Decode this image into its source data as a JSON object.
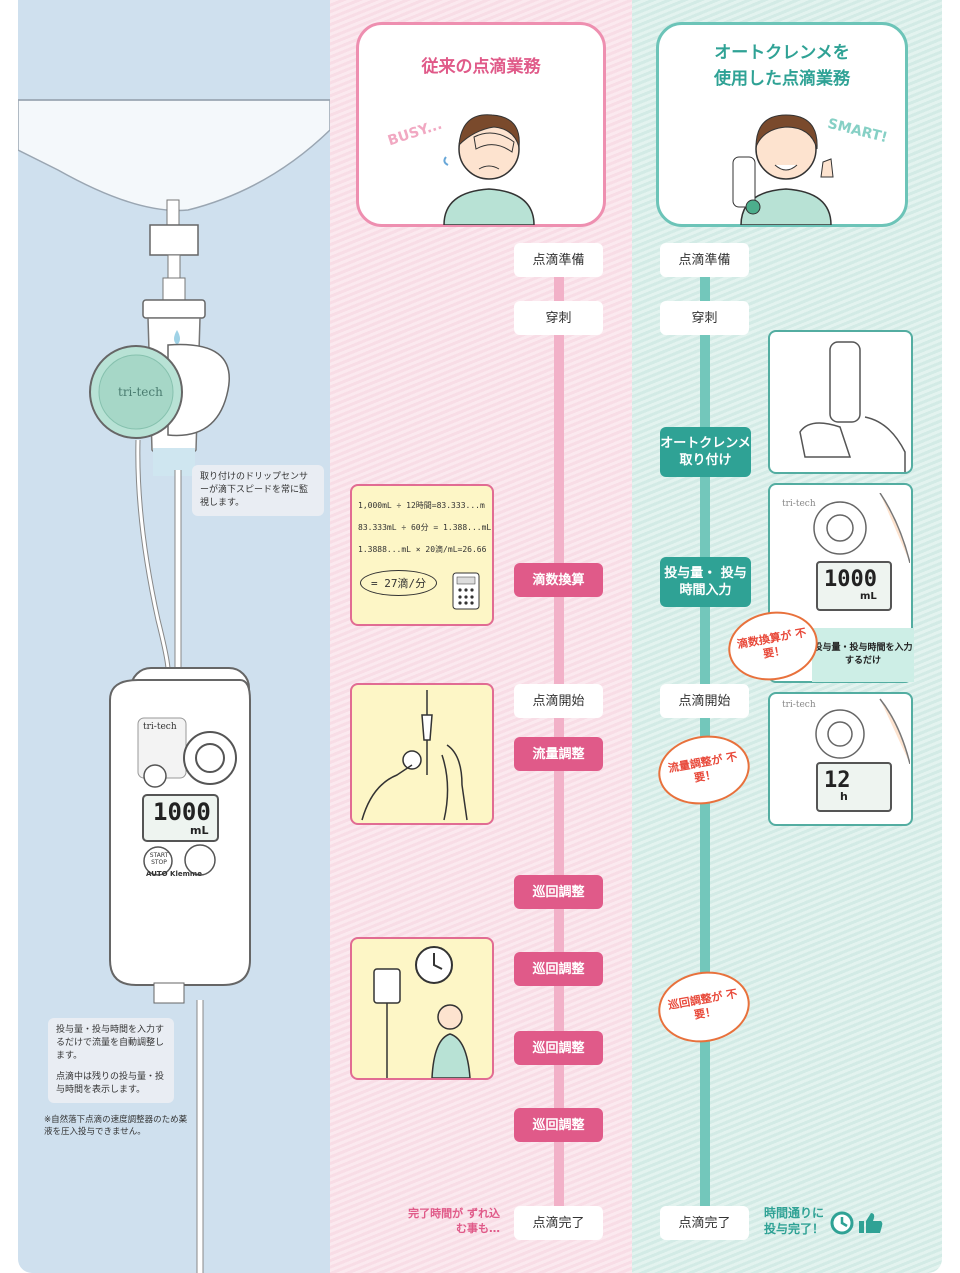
{
  "device": {
    "brand": "tri-tech",
    "display_value": "1000",
    "display_unit": "mL",
    "start_stop_label": "START STOP",
    "auto_label": "AUTO Klemme"
  },
  "left_notes": {
    "sensor_note": "取り付けのドリップセンサーが滴下スピードを常に監視します。",
    "input_note_1": "投与量・投与時間を入力するだけで流量を自動調整します。",
    "input_note_2": "点滴中は残りの投与量・投与時間を表示します。",
    "footnote": "※自然落下点滴の速度調整器のため薬液を圧入投与できません。"
  },
  "traditional": {
    "title": "従来の点滴業務",
    "mood": "BUSY...",
    "steps": {
      "prep": "点滴準備",
      "puncture": "穿刺",
      "convert": "滴数換算",
      "start": "点滴開始",
      "flow": "流量調整",
      "round1": "巡回調整",
      "round2": "巡回調整",
      "round3": "巡回調整",
      "round4": "巡回調整",
      "done": "点滴完了"
    },
    "calc_lines": [
      "1,000mL ÷ 12時間=83.333...m",
      "83.333mL ÷ 60分 = 1.388...mL",
      "1.3888...mL × 20滴/mL=26.66",
      "= 27滴/分"
    ],
    "late_note": "完了時間が ずれ込む事も…"
  },
  "autoklemme": {
    "title_line1": "オートクレンメを",
    "title_line2": "使用した点滴業務",
    "mood": "SMART!",
    "steps": {
      "prep": "点滴準備",
      "puncture": "穿刺",
      "attach": "オートクレンメ 取り付け",
      "input": "投与量・ 投与時間入力",
      "start": "点滴開始",
      "done": "点滴完了"
    },
    "input_note": "投与量・投与時間を入力するだけ",
    "display1_value": "1000",
    "display1_unit": "mL",
    "display2_value": "12",
    "display2_unit": "h",
    "no_convert": "滴数換算が 不要！",
    "no_flow": "流量調整が 不要！",
    "no_round": "巡回調整が 不要！",
    "on_time": "時間通りに 投与完了！"
  },
  "colors": {
    "pink": "#e05a89",
    "teal": "#2fa295",
    "left_bg": "#cfe0ee"
  },
  "icons": [
    "calculator-icon",
    "clock-icon",
    "thumbs-up-icon",
    "drop-icon"
  ]
}
